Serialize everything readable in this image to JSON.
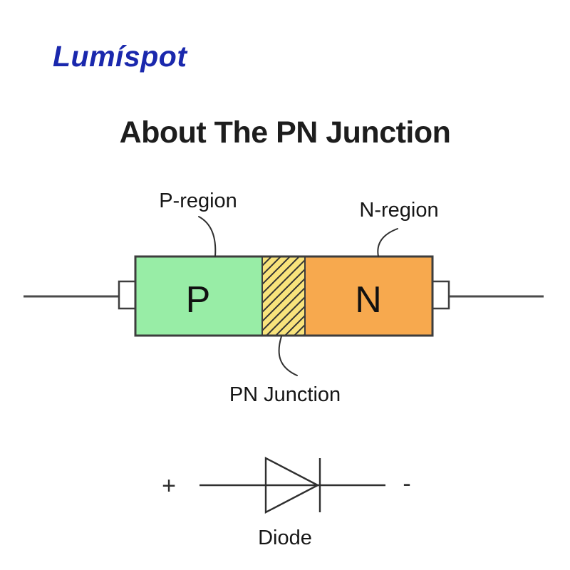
{
  "logo": {
    "text": "Lumíspot",
    "color": "#1a28ad"
  },
  "title": "About The PN Junction",
  "diagram": {
    "p_region_label": "P-region",
    "n_region_label": "N-region",
    "junction_label": "PN Junction",
    "p_letter": "P",
    "n_letter": "N",
    "colors": {
      "p_fill": "#98eda6",
      "junction_fill": "#f8e37c",
      "n_fill": "#f7a94e",
      "outline": "#3d3d3d",
      "hatch": "#333333",
      "wire": "#4a4a4a"
    }
  },
  "diode": {
    "plus": "+",
    "minus": "-",
    "label": "Diode"
  }
}
